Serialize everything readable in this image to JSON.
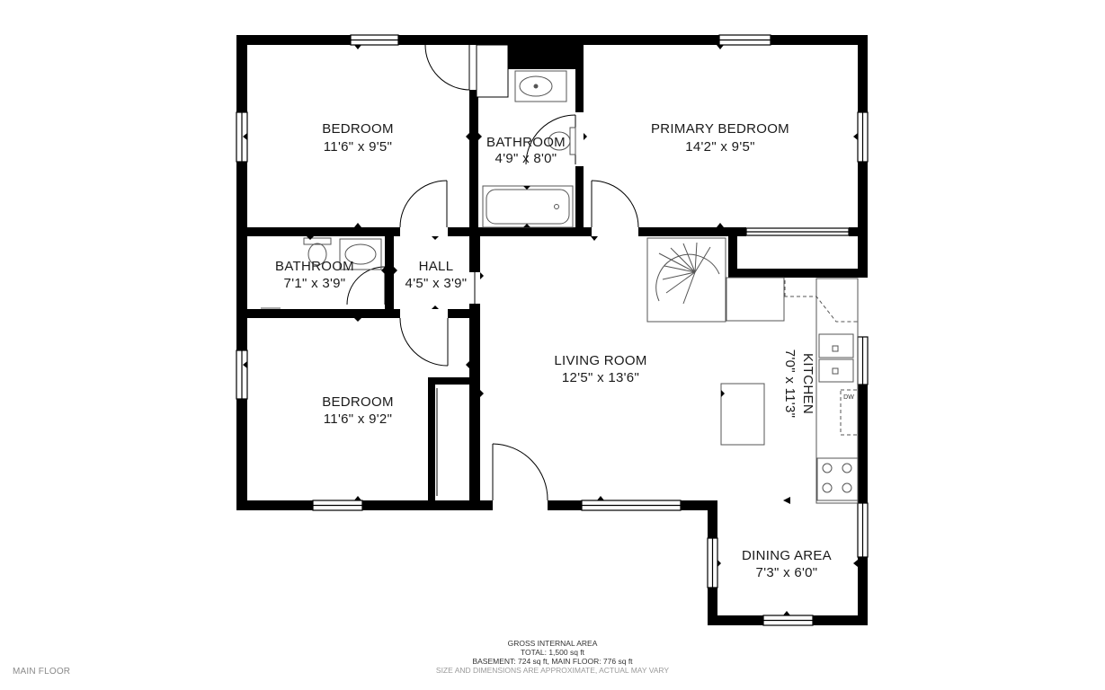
{
  "rooms": {
    "bedroom_1": {
      "name": "BEDROOM",
      "dims": "11'6\" x 9'5\""
    },
    "bathroom_1": {
      "name": "BATHROOM",
      "dims": "4'9\" x 8'0\""
    },
    "primary_bedroom": {
      "name": "PRIMARY BEDROOM",
      "dims": "14'2\" x 9'5\""
    },
    "bathroom_2": {
      "name": "BATHROOM",
      "dims": "7'1\" x 3'9\""
    },
    "hall": {
      "name": "HALL",
      "dims": "4'5\" x 3'9\""
    },
    "living_room": {
      "name": "LIVING ROOM",
      "dims": "12'5\" x 13'6\""
    },
    "kitchen": {
      "name": "KITCHEN",
      "dims": "7'0\" x 11'3\""
    },
    "bedroom_2": {
      "name": "BEDROOM",
      "dims": "11'6\" x 9'2\""
    },
    "dining_area": {
      "name": "DINING AREA",
      "dims": "7'3\" x 6'0\""
    }
  },
  "appliances": {
    "dishwasher": "DW"
  },
  "footer": {
    "line1": "GROSS INTERNAL AREA",
    "line2": "TOTAL: 1,500 sq ft",
    "line3": "BASEMENT: 724 sq ft, MAIN FLOOR: 776 sq ft",
    "line4": "SIZE AND DIMENSIONS ARE APPROXIMATE, ACTUAL MAY VARY"
  },
  "floor_label": "MAIN FLOOR",
  "colors": {
    "wall": "#000000",
    "background": "#ffffff",
    "fixture": "#555555"
  }
}
